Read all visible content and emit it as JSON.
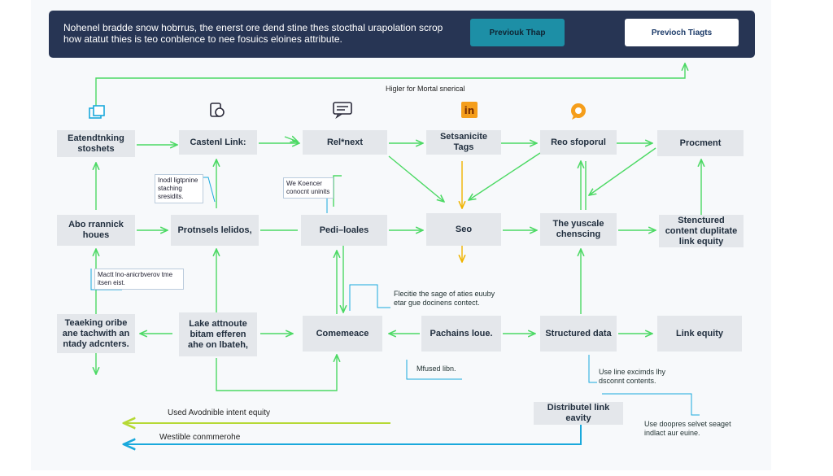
{
  "banner": {
    "text": "Nohenel bradde snow hobrrus, the enerst ore dend stine thes stocthal urapolation scrop how atatut thies is teo conblence to nee fosuics eloines attribute.",
    "button_primary": "Previouk Thap",
    "button_secondary": "Previoch Tiagts"
  },
  "top_label": "Higler for Mortal snerical",
  "nodes": {
    "r1": [
      "Eatendtnking stoshets",
      "Castenl Link:",
      "Rel*next",
      "Setsanicite Tags",
      "Reo sfoporul",
      "Procment"
    ],
    "r2": [
      "Abo rrannick houes",
      "Protnsels lelidos,",
      "Pedi–loales",
      "Seo",
      "The yuscale chenscing",
      "Stenctured content duplitate link equity"
    ],
    "r3": [
      "Teaeking oribe ane tachwith an ntady adcnters.",
      "Lake attnoute bitam efferen ahe on lbateh,",
      "Comemeace",
      "Pachains loue.",
      "Structured data",
      "Link equity"
    ],
    "distributed": "Distributel link eavity"
  },
  "notes": {
    "n1": "Inodl ligtpnine staching sresidits.",
    "n2": "We Koencer conocnt uninits",
    "n3": "Mactt lno-anicrbverov tme itsen eist.",
    "n4": "Flecitie the sage of aties euuby etar gue docinens contect.",
    "n5": "Mfused libn.",
    "n6": "Use line excimds lhy dsconnt contents.",
    "n7": "Use doopres selvet seaget indlact aur euine."
  },
  "bottom": {
    "used": "Used Avodnible intent equity",
    "westible": "Westible conmmerohe"
  },
  "icons": [
    "window-icon",
    "search-doc-icon",
    "chat-icon",
    "linkedin-icon",
    "speech-bubble-icon"
  ],
  "colors": {
    "banner": "#273554",
    "teal_button": "#1d8fa6",
    "node_fill": "#e4e7eb",
    "green_arrow": "#4cd964",
    "blue_line": "#1aa9dc",
    "yellow_green": "#b6d935",
    "orange_icon": "#f59e1b"
  }
}
